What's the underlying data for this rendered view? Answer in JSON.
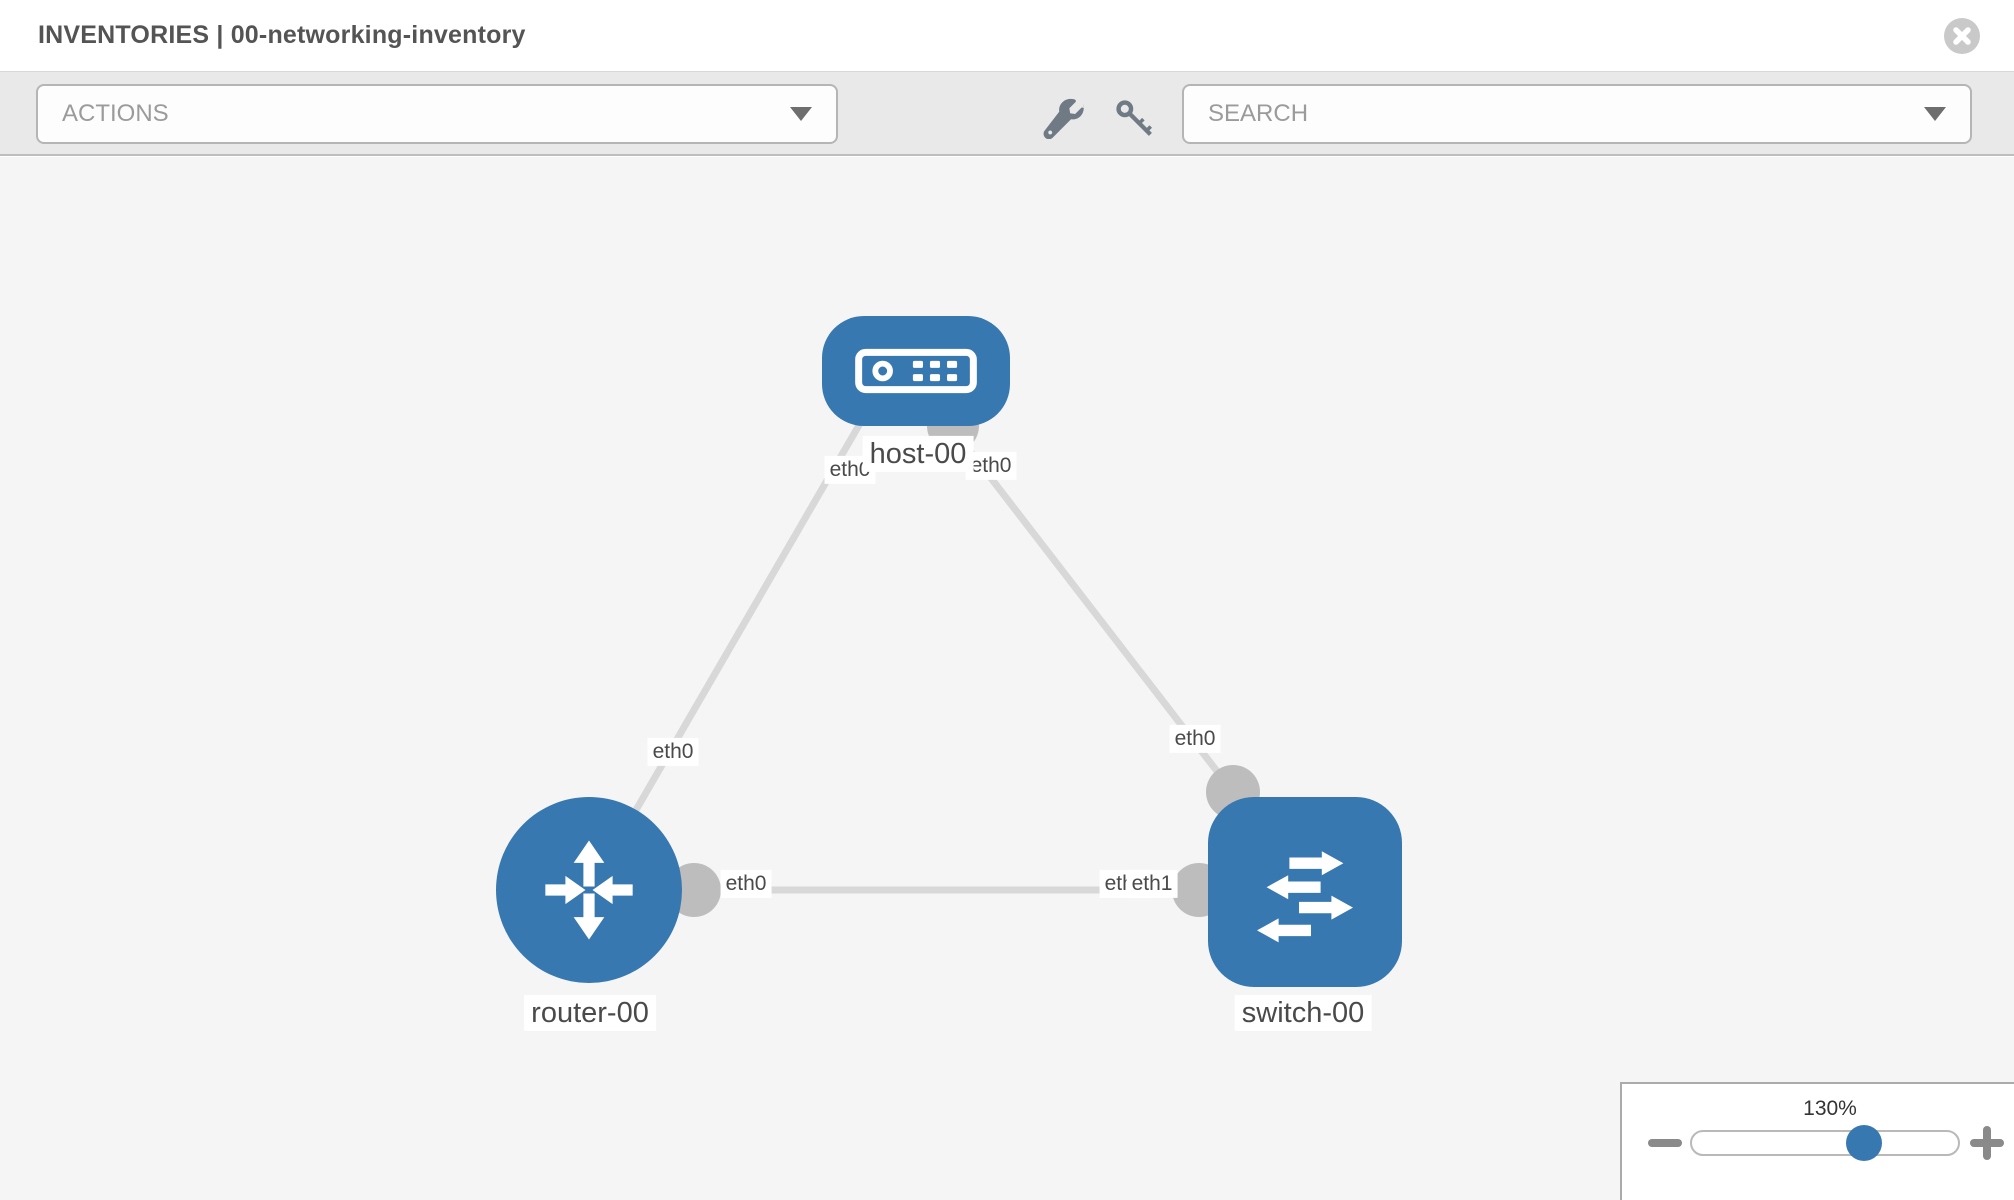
{
  "header": {
    "title": "INVENTORIES | 00-networking-inventory",
    "close_icon": "close-circle"
  },
  "toolbar": {
    "actions_label": "ACTIONS",
    "search_placeholder": "SEARCH",
    "icons": [
      "wrench-icon",
      "key-icon"
    ]
  },
  "topology": {
    "node_labels": {
      "host": "host-00",
      "router": "router-00",
      "switch": "switch-00"
    },
    "if_labels": {
      "host_side_left": "eth0",
      "host_side_right": "eth0",
      "router_side_upper": "eth0",
      "switch_side_upper": "eth0",
      "router_side_mid": "eth0",
      "switch_side_mid_back": "eth1",
      "switch_side_mid_front": "eth1"
    },
    "links": [
      {
        "from": "host-00",
        "to": "router-00",
        "from_if": "eth0",
        "to_if": "eth0"
      },
      {
        "from": "host-00",
        "to": "switch-00",
        "from_if": "eth0",
        "to_if": "eth0"
      },
      {
        "from": "router-00",
        "to": "switch-00",
        "from_if": "eth0",
        "to_if": "eth1"
      }
    ]
  },
  "zoom_control": {
    "percent": "130%",
    "zoom_out_icon": "minus-icon",
    "zoom_in_icon": "plus-icon"
  },
  "colors": {
    "node_blue": "#3778b1",
    "link_gray": "#d8d8d8",
    "interface_dot_gray": "#bdbdbd",
    "canvas_bg": "#f5f5f5",
    "toolbar_bg": "#e9e9e9",
    "slider_knob_blue": "#3778b1"
  }
}
